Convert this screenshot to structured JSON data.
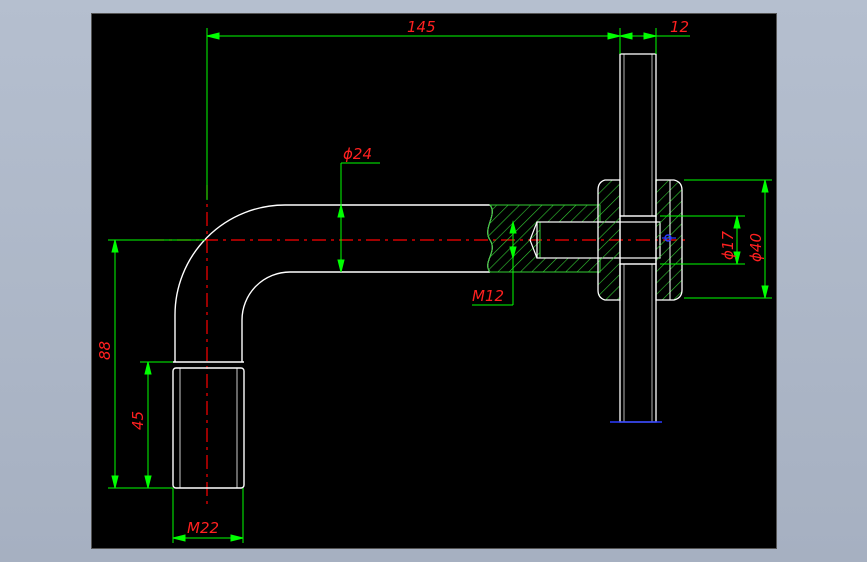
{
  "colors": {
    "background": "#000000",
    "outline": "#ffffff",
    "dimension": "#00ff00",
    "text": "#ff2020",
    "centerline": "#ff0000",
    "hatch": "#33cc33",
    "accent": "#2a3bff"
  },
  "dimensions": {
    "overall_length": "145",
    "handle_width": "12",
    "pipe_diameter": "ϕ24",
    "thread_main": "M12",
    "bore_diameter": "ϕ17",
    "flange_diameter": "ϕ40",
    "height": "88",
    "thread_length": "45",
    "thread_end": "M22"
  }
}
